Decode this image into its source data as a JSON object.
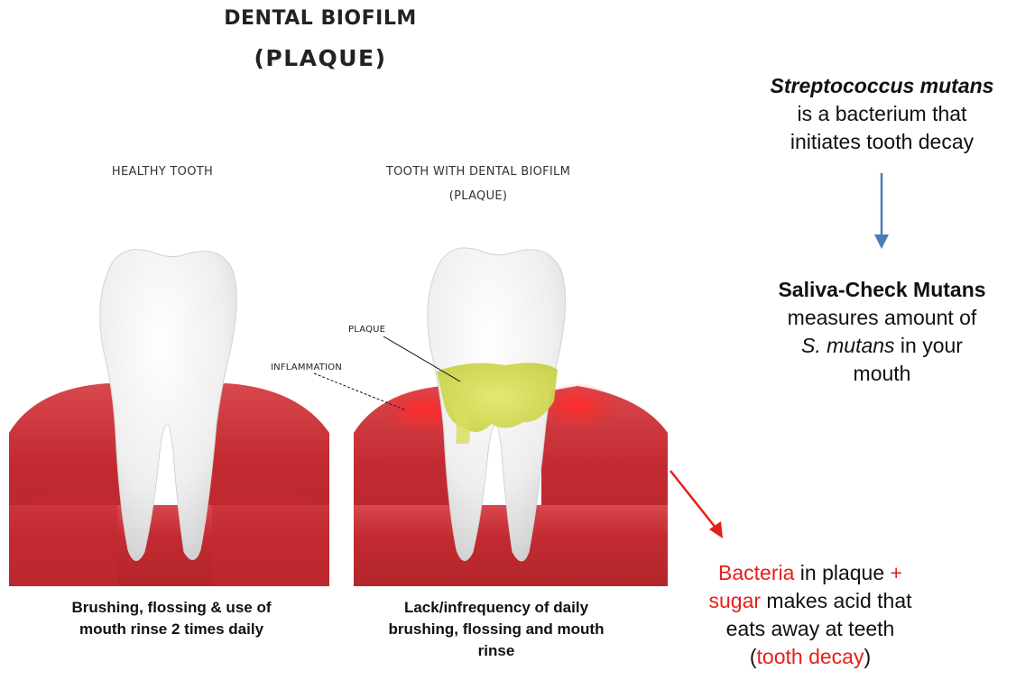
{
  "title": {
    "line1": "DENTAL BIOFILM",
    "line2": "(PLAQUE)"
  },
  "healthy": {
    "label": "HEALTHY TOOTH",
    "caption": [
      "Brushing, flossing & use of",
      "mouth rinse 2 times daily"
    ]
  },
  "plaque": {
    "label_line1": "TOOTH WITH DENTAL BIOFILM",
    "label_line2": "(PLAQUE)",
    "plaque_callout": "PLAQUE",
    "inflammation_callout": "INFLAMMATION",
    "caption": [
      "Lack/infrequency of daily",
      "brushing, flossing and mouth",
      "rinse"
    ]
  },
  "info": {
    "organism": "Streptococcus mutans",
    "line2": "is a bacterium that",
    "line3": "initiates tooth decay",
    "product": "Saliva-Check Mutans",
    "measure_line1": "measures amount of",
    "measure_abbrev": "S. mutans",
    "measure_line2_rest": " in your",
    "measure_line3": "mouth"
  },
  "decay": {
    "bacteria": "Bacteria",
    "in_plaque": " in plaque ",
    "plus": "+",
    "sugar": "sugar",
    "makes_acid": " makes acid that",
    "line3": "eats away at teeth",
    "open_paren": "(",
    "tooth_decay": "tooth decay",
    "close_paren": ")"
  },
  "colors": {
    "accent_red": "#e5201a",
    "arrow_blue": "#4a7ebb",
    "gum_red": "#c42a30",
    "plaque_yellow": "#d9e05a"
  }
}
